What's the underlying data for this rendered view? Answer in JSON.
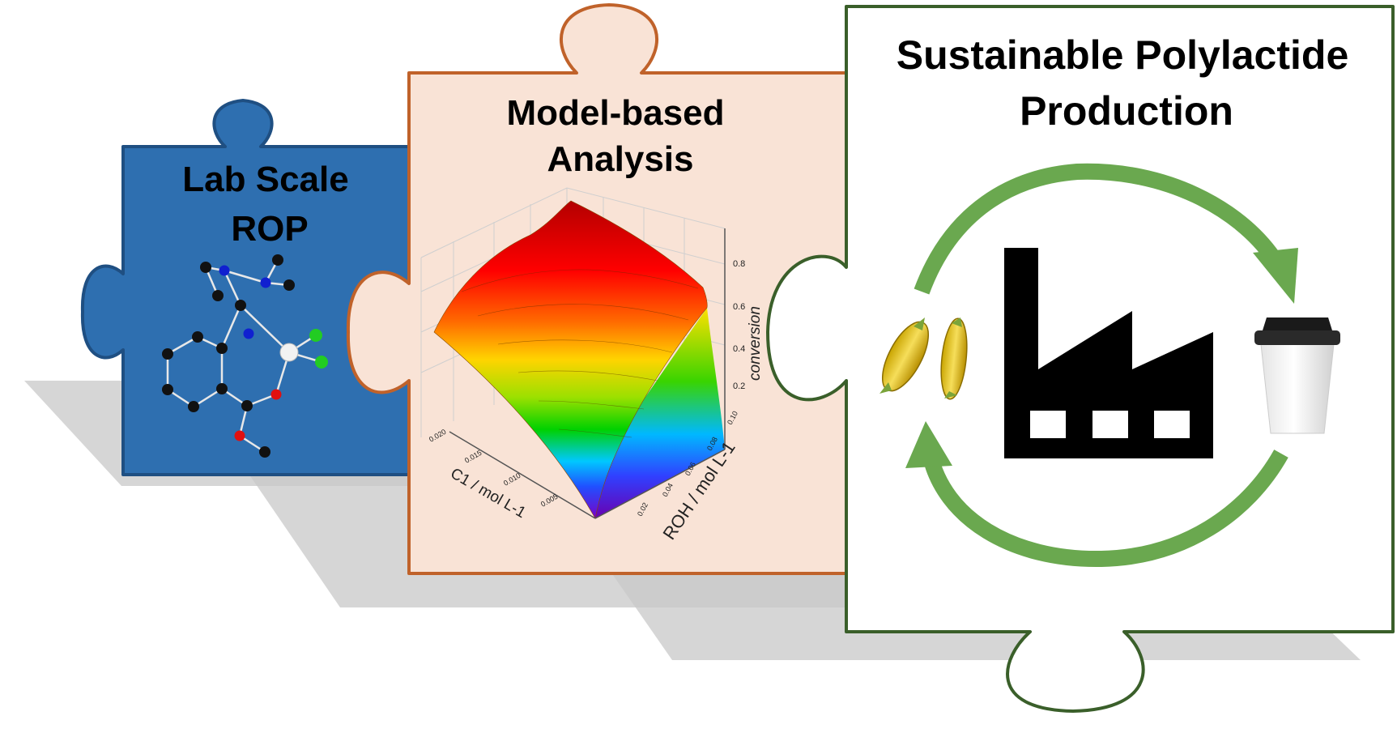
{
  "pieces": {
    "lab": {
      "title_line1": "Lab Scale",
      "title_line2": "ROP",
      "fill": "#2e6fb0",
      "stroke": "#1f4f82"
    },
    "model": {
      "title_line1": "Model-based",
      "title_line2": "Analysis",
      "fill": "#f9e3d6",
      "stroke": "#c0622a"
    },
    "sustainable": {
      "title_line1": "Sustainable Polylactide",
      "title_line2": "Production",
      "fill": "#ffffff",
      "stroke": "#3a5f2a"
    }
  },
  "plot3d": {
    "z_label": "conversion",
    "z_ticks": [
      "0.8",
      "0.6",
      "0.4",
      "0.2"
    ],
    "c1_label": "C1 / mol L-1",
    "c1_ticks": [
      "0.020",
      "0.015",
      "0.010",
      "0.005"
    ],
    "roh_label": "ROH / mol L-1",
    "roh_ticks": [
      "0.10",
      "0.08",
      "0.06",
      "0.04",
      "0.02"
    ]
  },
  "cycle": {
    "arrow_color": "#6aa84f"
  }
}
